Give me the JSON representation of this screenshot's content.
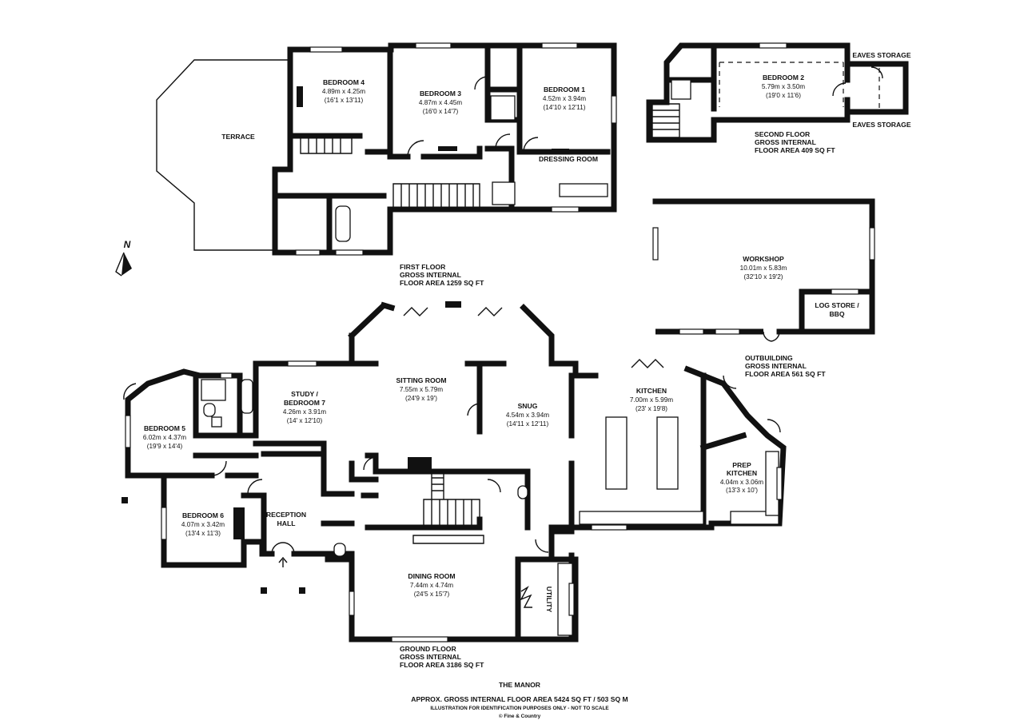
{
  "first_floor": {
    "terrace": "TERRACE",
    "bedroom4": {
      "name": "BEDROOM 4",
      "metric": "4.89m x 4.25m",
      "imperial": "(16'1 x 13'11)"
    },
    "bedroom3": {
      "name": "BEDROOM 3",
      "metric": "4.87m x 4.45m",
      "imperial": "(16'0 x 14'7)"
    },
    "bedroom1": {
      "name": "BEDROOM 1",
      "metric": "4.52m x 3.94m",
      "imperial": "(14'10 x 12'11)"
    },
    "dressing_room": "DRESSING ROOM",
    "area": {
      "line1": "FIRST FLOOR",
      "line2": "GROSS INTERNAL",
      "line3": "FLOOR AREA 1259 SQ FT"
    }
  },
  "second_floor": {
    "bedroom2": {
      "name": "BEDROOM 2",
      "metric": "5.79m x 3.50m",
      "imperial": "(19'0 x 11'6)"
    },
    "eaves_storage_top": "EAVES STORAGE",
    "eaves_storage_bottom": "EAVES STORAGE",
    "area": {
      "line1": "SECOND FLOOR",
      "line2": "GROSS INTERNAL",
      "line3": "FLOOR AREA 409 SQ FT"
    }
  },
  "outbuilding": {
    "workshop": {
      "name": "WORKSHOP",
      "metric": "10.01m x 5.83m",
      "imperial": "(32'10 x 19'2)"
    },
    "log_store": {
      "line1": "LOG STORE /",
      "line2": "BBQ"
    },
    "area": {
      "line1": "OUTBUILDING",
      "line2": "GROSS INTERNAL",
      "line3": "FLOOR AREA 561 SQ FT"
    }
  },
  "ground_floor": {
    "sitting_room": {
      "name": "SITTING ROOM",
      "metric": "7.55m x 5.79m",
      "imperial": "(24'9 x 19')"
    },
    "snug": {
      "name": "SNUG",
      "metric": "4.54m x 3.94m",
      "imperial": "(14'11 x 12'11)"
    },
    "kitchen": {
      "name": "KITCHEN",
      "metric": "7.00m x 5.99m",
      "imperial": "(23' x 19'8)"
    },
    "prep_kitchen": {
      "line1": "PREP",
      "line2": "KITCHEN",
      "metric": "4.04m x 3.06m",
      "imperial": "(13'3 x 10')"
    },
    "study": {
      "line1": "STUDY /",
      "line2": "BEDROOM 7",
      "metric": "4.26m x 3.91m",
      "imperial": "(14' x 12'10)"
    },
    "bedroom5": {
      "name": "BEDROOM 5",
      "metric": "6.02m x 4.37m",
      "imperial": "(19'9 x 14'4)"
    },
    "bedroom6": {
      "name": "BEDROOM 6",
      "metric": "4.07m x 3.42m",
      "imperial": "(13'4 x 11'3)"
    },
    "reception_hall": {
      "line1": "RECEPTION",
      "line2": "HALL"
    },
    "dining_room": {
      "name": "DINING ROOM",
      "metric": "7.44m x 4.74m",
      "imperial": "(24'5 x 15'7)"
    },
    "utility": "UTILITY",
    "area": {
      "line1": "GROUND FLOOR",
      "line2": "GROSS INTERNAL",
      "line3": "FLOOR AREA 3186 SQ FT"
    }
  },
  "compass": {
    "label": "N"
  },
  "footer": {
    "property_name": "THE MANOR",
    "total_area": "APPROX. GROSS INTERNAL FLOOR AREA 5424 SQ FT / 503 SQ M",
    "disclaimer": "ILLUSTRATION FOR IDENTIFICATION PURPOSES ONLY - NOT TO SCALE",
    "copyright": "© Fine & Country"
  }
}
